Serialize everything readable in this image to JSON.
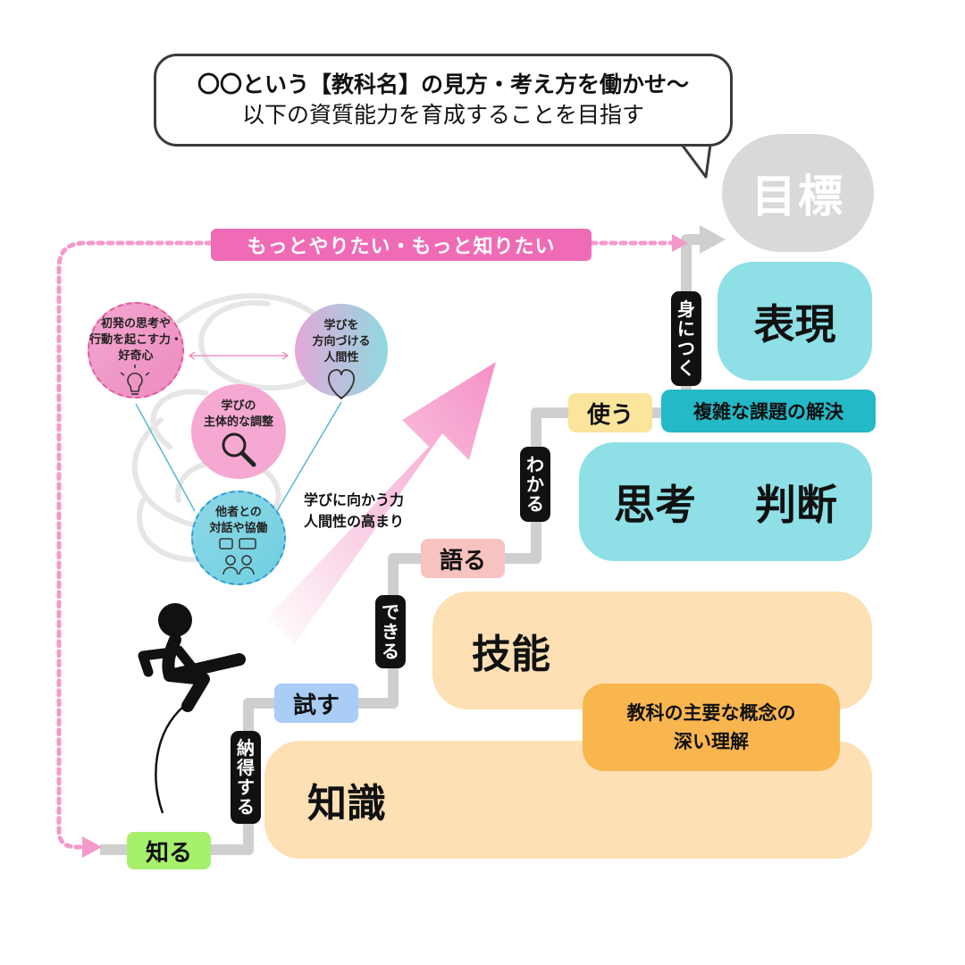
{
  "bubble": {
    "line1": "〇〇という【教科名】の見方・考え方を働かせ〜",
    "line2": "以下の資質能力を育成することを目指す"
  },
  "goal": {
    "label": "目標"
  },
  "banner": {
    "label": "もっとやりたい・もっと知りたい"
  },
  "categories": {
    "hyogen": "表現",
    "shiko": "思考",
    "handan": "判断",
    "gino": "技能",
    "chishiki": "知識",
    "gainen_line1": "教科の主要な概念の",
    "gainen_line2": "深い理解",
    "kadai": "複雑な課題の解決"
  },
  "steps": {
    "shiru": "知る",
    "tamesu": "試す",
    "kataru": "語る",
    "tsukau": "使う"
  },
  "tags": {
    "natoku": [
      "納",
      "得",
      "す",
      "る"
    ],
    "dekiru": [
      "で",
      "き",
      "る"
    ],
    "wakaru": [
      "わ",
      "か",
      "る"
    ],
    "mini_tsuku": [
      "身",
      "に",
      "つ",
      "く"
    ]
  },
  "circles": {
    "kokishin": [
      "初発の思考や",
      "行動を起こす力・",
      "好奇心"
    ],
    "ningensei": [
      "学びを",
      "方向づける",
      "人間性"
    ],
    "chosei": [
      "学びの",
      "主体的な調整"
    ],
    "taiwa": [
      "他者との",
      "対話や協働"
    ]
  },
  "takamari": [
    "学びに向かう力",
    "人間性の高まり"
  ],
  "colors": {
    "pink": "#f06bb6",
    "cyan_box": "#8edfe6",
    "cyan_dark": "#24b9c6",
    "peach_box": "#fde0b3",
    "orange_box": "#f9b64f",
    "path_gray": "#cfcfcf",
    "goal_gray": "#d9d9d9"
  }
}
